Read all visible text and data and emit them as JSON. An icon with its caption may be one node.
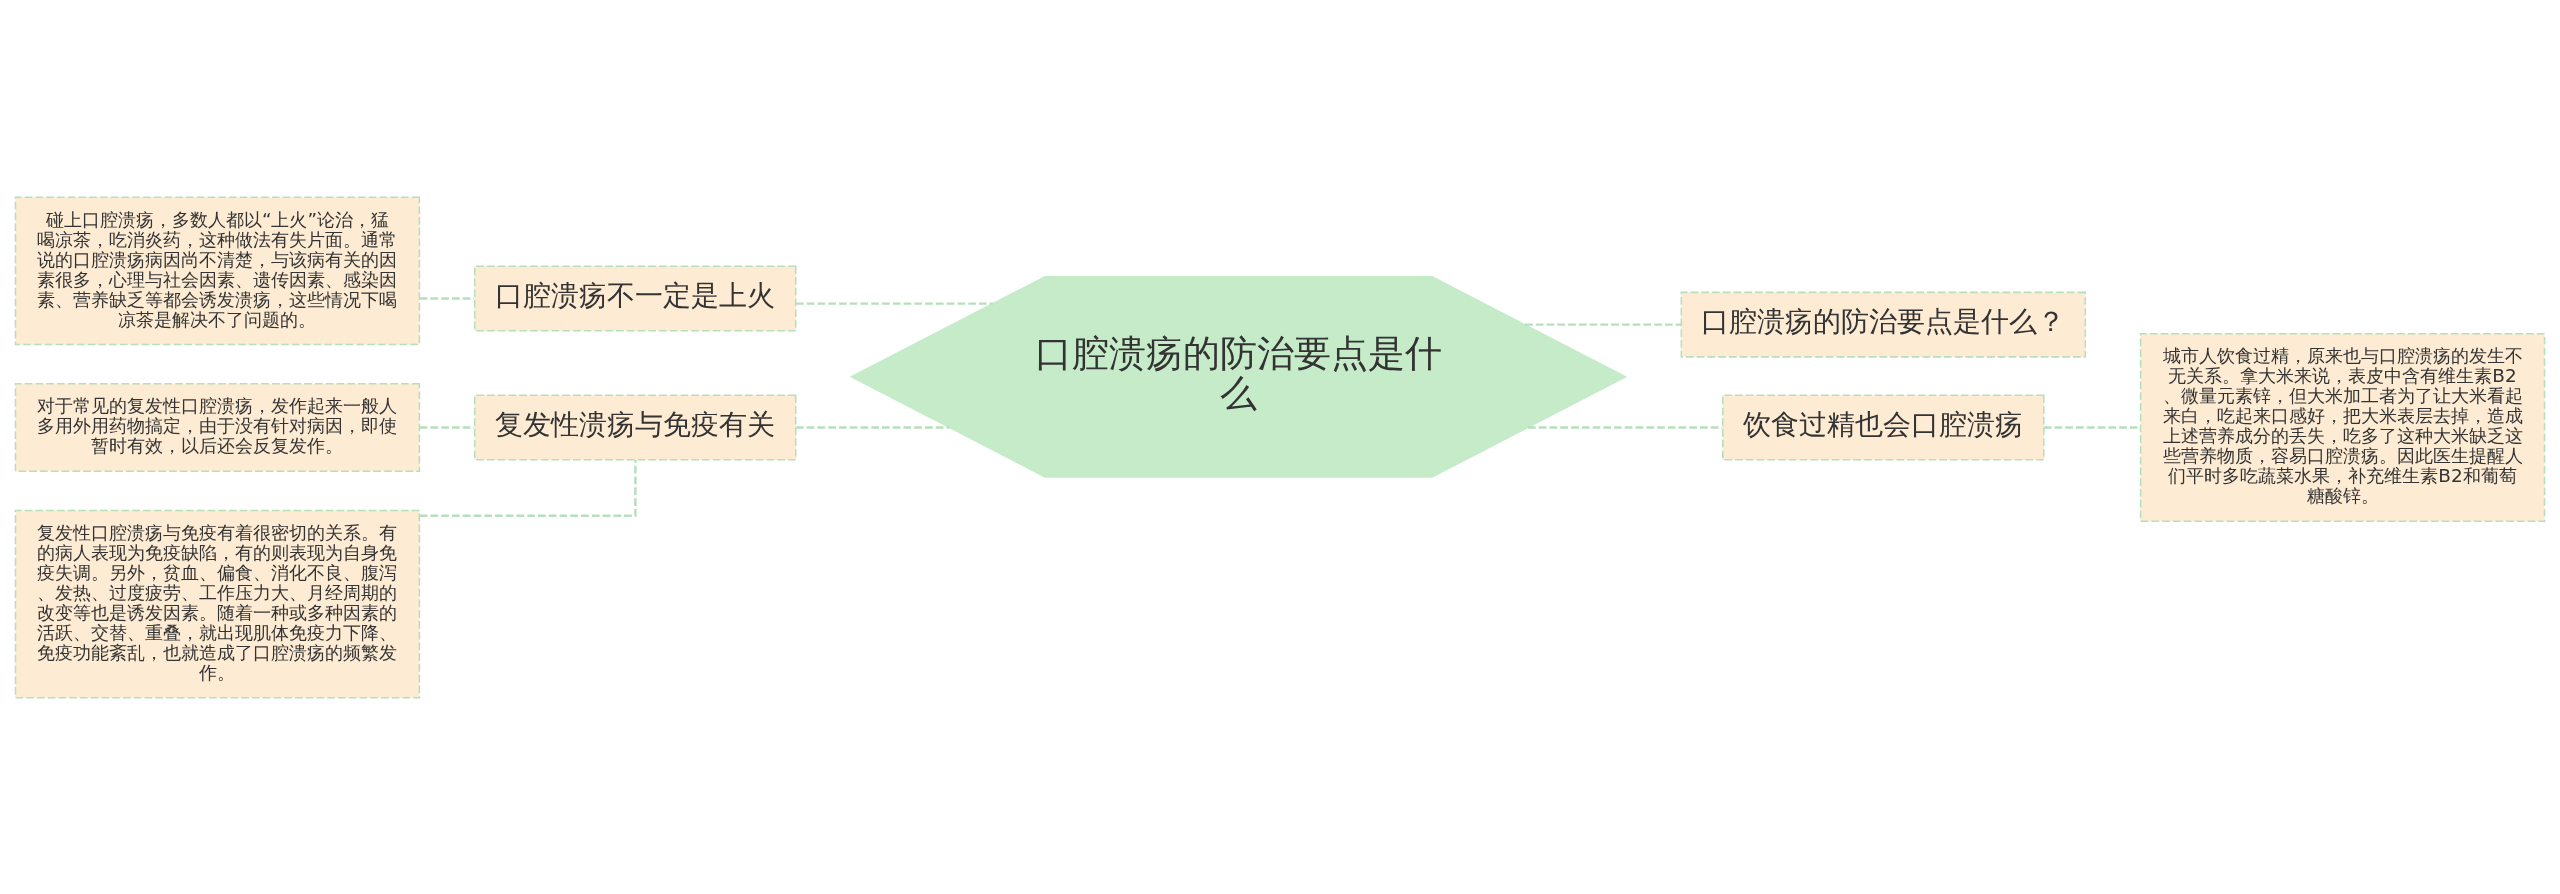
{
  "diagram": {
    "nodes": [
      {
        "text": [
          "口腔溃疡的防治要点是什么"
        ]
      },
      {
        "text": [
          "口腔溃疡不一定是上火"
        ]
      },
      {
        "text": [
          "碰上口腔溃疡，多数人都以“上火”论治，猛喝凉茶，吃消炎药，这种做法有失片面。通常说的口腔溃疡病因尚不清楚，与该病有关的因素很多，心理与社会因素、遗传因素、感染因素、营养缺乏等都会诱发溃疡，这些情况下喝凉茶是解决不了问题的。"
        ]
      },
      {
        "text": [
          "复发性溃疡与免疫有关"
        ]
      },
      {
        "text": [
          "对于常见的复发性口腔溃疡，发作起来一般人多用外用药物搞定，由于没有针对病因，即使暂时有效，以后还会反复发作。"
        ]
      },
      {
        "text": [
          "复发性口腔溃疡与免疫有着很密切的关系。有的病人表现为免疫缺陷，有的则表现为自身免疫失调。另外，贫血、偏食、消化不良、腹泻、发热、过度疲劳、工作压力大、月经周期的改变等也是诱发因素。随着一种或多种因素的活跃、交替、重叠，就出现肌体免疫力下降、免疫功能紊乱，也就造成了口腔溃疡的频繁发作。"
        ]
      },
      {
        "text": [
          "口腔溃疡的防治要点是什么？"
        ]
      },
      {
        "text": [
          "饮食过精也会口腔溃疡"
        ]
      },
      {
        "text": [
          "城市人饮食过精，原来也与口腔溃疡的发生不无关系。拿大米来说，表皮中含有维生素B2、微量元素锌，但大米加工者为了让大米看起来白，吃起来口感好，把大米表层去掉，造成上述营养成分的丢失，吃多了这种大米缺乏这些营养物质，容易口腔溃疡。因此医生提醒人们平时多吃蔬菜水果，补充维生素B2和葡萄糖酸锌。"
        ]
      }
    ],
    "edges": [
      {
        "from": 2,
        "to": 1,
        "arrow": "none",
        "style": "dashed"
      },
      {
        "from": 1,
        "to": 0,
        "arrow": "none",
        "style": "dashed"
      },
      {
        "from": 4,
        "to": 3,
        "arrow": "none",
        "style": "dashed"
      },
      {
        "from": 5,
        "to": 3,
        "arrow": "none",
        "style": "dashed"
      },
      {
        "from": 3,
        "to": 0,
        "arrow": "none",
        "style": "dashed"
      },
      {
        "from": 0,
        "to": 6,
        "arrow": "none",
        "style": "dashed"
      },
      {
        "from": 0,
        "to": 7,
        "arrow": "none",
        "style": "dashed"
      },
      {
        "from": 7,
        "to": 8,
        "arrow": "none",
        "style": "dashed"
      }
    ]
  }
}
